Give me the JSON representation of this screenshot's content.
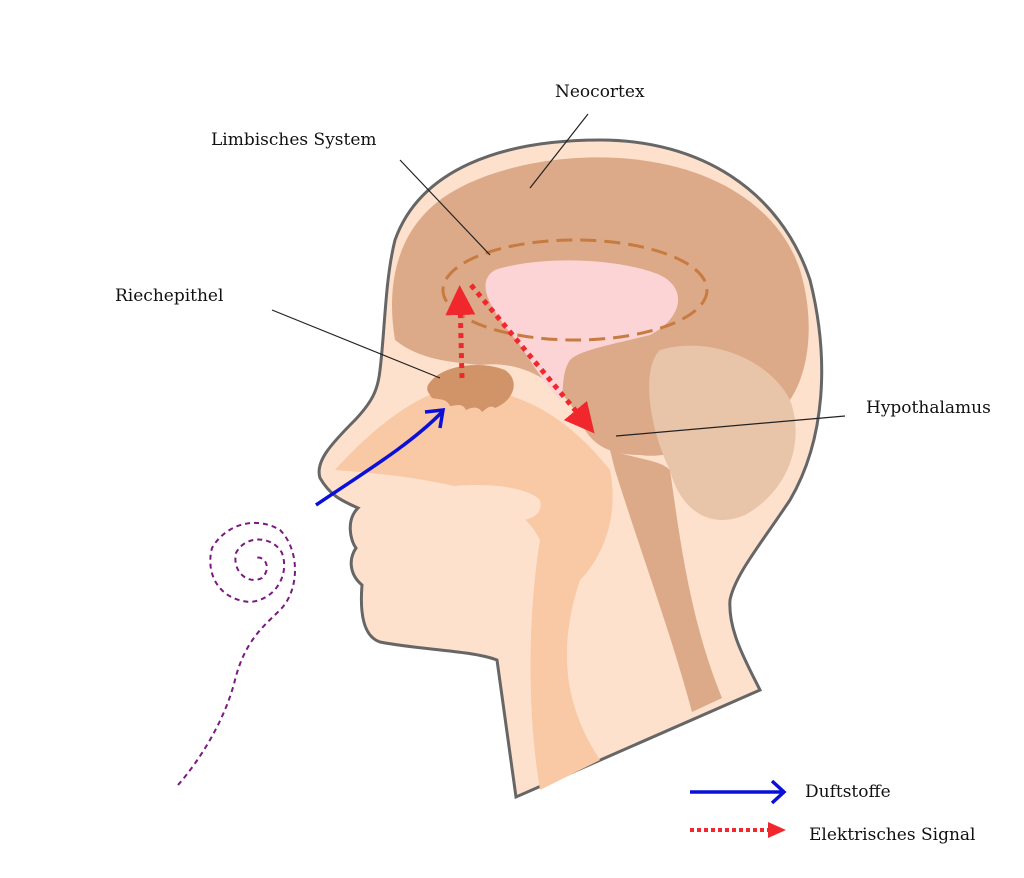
{
  "labels": {
    "neocortex": "Neocortex",
    "limbic": "Limbisches System",
    "riechepithel": "Riechepithel",
    "hypothalamus": "Hypothalamus"
  },
  "legend": {
    "odorants": "Duftstoffe",
    "signal": "Elektrisches Signal"
  },
  "colors": {
    "skin": "#fde1cc",
    "cortex": "#dcaa88",
    "limbic": "#fcd4d6",
    "cerebellum": "#e8c4a9",
    "cavity": "#f9c8a4",
    "epithel": "#d19468",
    "odor_arrow": "#0a10d8",
    "signal_arrow": "#f0282e",
    "odor_swirl": "#7a1a80"
  }
}
